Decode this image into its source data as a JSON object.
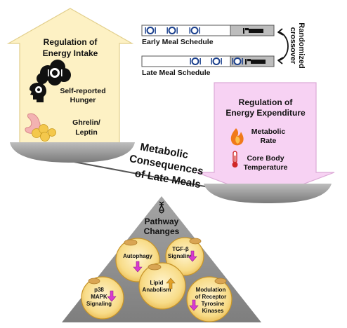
{
  "left_box": {
    "title_line1": "Regulation of",
    "title_line2": "Energy Intake",
    "hunger_line1": "Self-reported",
    "hunger_line2": "Hunger",
    "hormone_line1": "Ghrelin/",
    "hormone_line2": "Leptin"
  },
  "schedule": {
    "early_label": "Early Meal Schedule",
    "late_label": "Late Meal Schedule",
    "crossover_line1": "Randomized",
    "crossover_line2": "crossover"
  },
  "right_box": {
    "title_line1": "Regulation of",
    "title_line2": "Energy Expenditure",
    "metabolic_line1": "Metabolic",
    "metabolic_line2": "Rate",
    "temp_line1": "Core Body",
    "temp_line2": "Temperature"
  },
  "center_title": {
    "line1": "Metabolic",
    "line2": "Consequences",
    "line3": "of Late Meals"
  },
  "pathway": {
    "title_line1": "Pathway",
    "title_line2": "Changes",
    "autophagy": "Autophagy",
    "tgf_line1": "TGF-β",
    "tgf_line2": "Signaling",
    "lipid_line1": "Lipid",
    "lipid_line2": "Anabolism",
    "p38_line1": "p38",
    "p38_line2": "MAPK",
    "p38_line3": "Signaling",
    "mod_line1": "Modulation",
    "mod_line2": "of Receptor",
    "mod_line3": "Tyrosine",
    "mod_line4": "Kinases"
  },
  "colors": {
    "intake_fill": "#fdf1c4",
    "expenditure_fill": "#f7d2f3",
    "scale_pan": "#9e9e9e",
    "triangle": "#8f8f8f",
    "cell_fill": "#f8dc88",
    "arrow_down": "#d93ad0",
    "arrow_up": "#e2a128"
  }
}
